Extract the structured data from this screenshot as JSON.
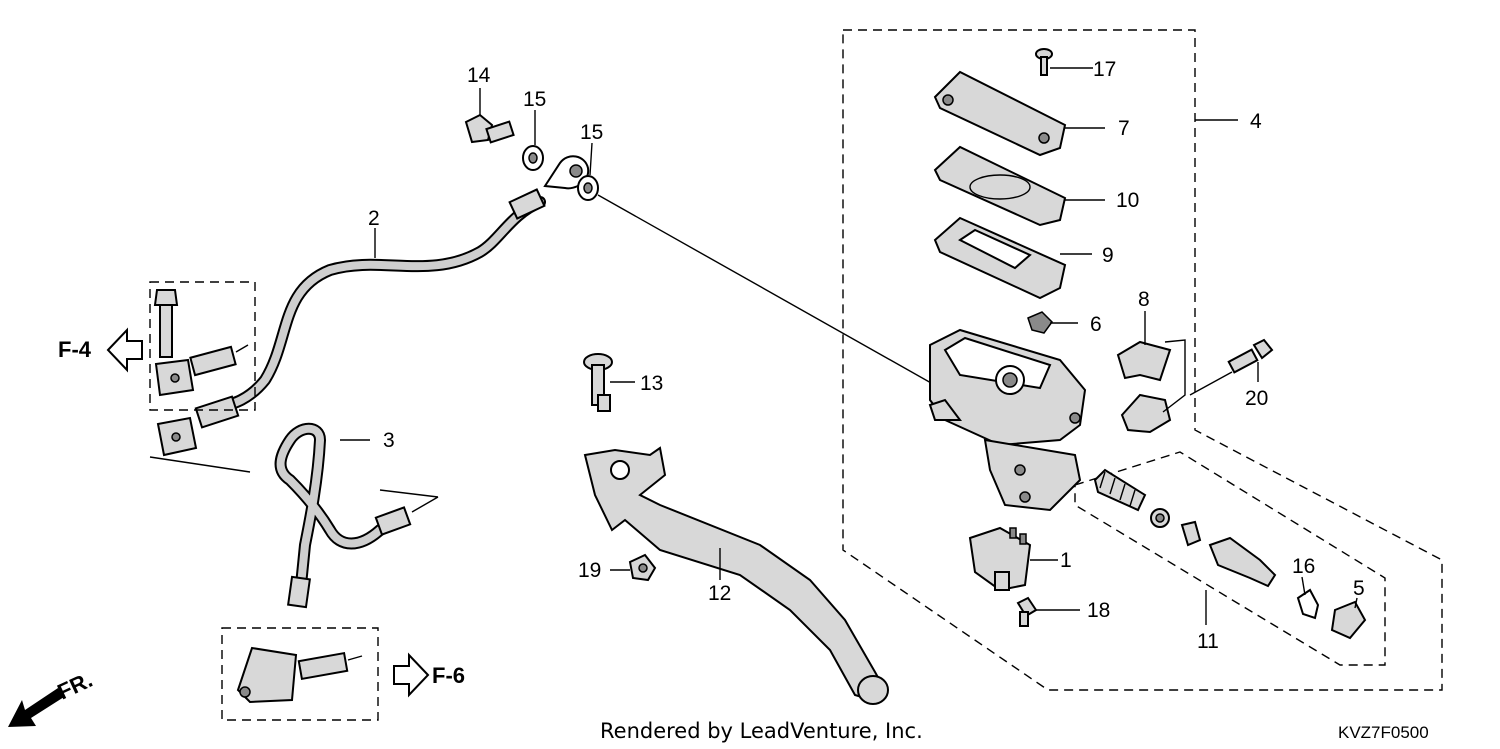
{
  "callouts": [
    "1",
    "2",
    "3",
    "4",
    "5",
    "6",
    "7",
    "8",
    "9",
    "10",
    "11",
    "12",
    "13",
    "14",
    "15",
    "15",
    "16",
    "17",
    "18",
    "19",
    "20"
  ],
  "refs": {
    "f4": "F-4",
    "f6": "F-6",
    "front": "FR."
  },
  "footer": {
    "credit": "Rendered by LeadVenture, Inc.",
    "code": "KVZ7F0500"
  }
}
